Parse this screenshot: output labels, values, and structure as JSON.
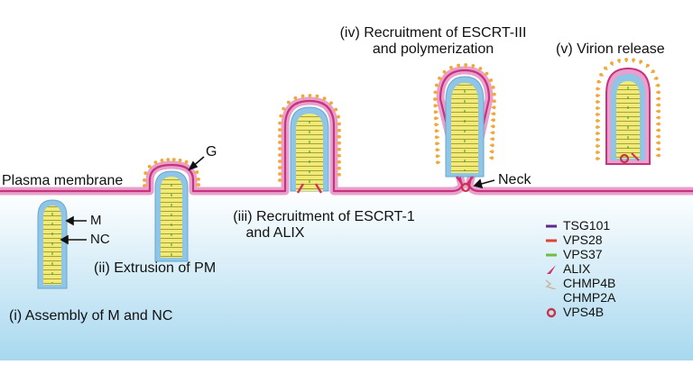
{
  "labels": {
    "plasma_membrane": "Plasma membrane",
    "g": "G",
    "m": "M",
    "nc": "NC",
    "neck": "Neck",
    "step1": "(i) Assembly of M and NC",
    "step2": "(ii) Extrusion of PM",
    "step3_line1": "(iii) Recruitment of ESCRT-1",
    "step3_line2": "and ALIX",
    "step4_line1": "(iv) Recruitment of ESCRT-III",
    "step4_line2": "and polymerization",
    "step5": "(v) Virion release"
  },
  "legend": [
    {
      "label": "TSG101",
      "color": "#5b2a8c",
      "shape": "bar"
    },
    {
      "label": "VPS28",
      "color": "#e0432f",
      "shape": "bar"
    },
    {
      "label": "VPS37",
      "color": "#6cbf3f",
      "shape": "bar"
    },
    {
      "label": "ALIX",
      "color": "#d62d6b",
      "shape": "wedge"
    },
    {
      "label": "CHMP4B",
      "color": "#c9b8a8",
      "shape": "zigzag"
    },
    {
      "label": "CHMP2A",
      "color": "",
      "shape": "none"
    },
    {
      "label": "VPS4B",
      "color": "#c8334a",
      "shape": "ring"
    }
  ],
  "colors": {
    "membrane_outer": "#e8a0cc",
    "membrane_inner": "#c8327f",
    "cytoplasm_top": "#ffffff",
    "cytoplasm_bottom": "#a8d8ef",
    "nucleocapsid": "#f1ea79",
    "nucleocapsid_line": "#9a9a2a",
    "matrix": "#8fc5e6",
    "glycoprotein": "#f0a83a",
    "rna": "#2e9a3a"
  }
}
